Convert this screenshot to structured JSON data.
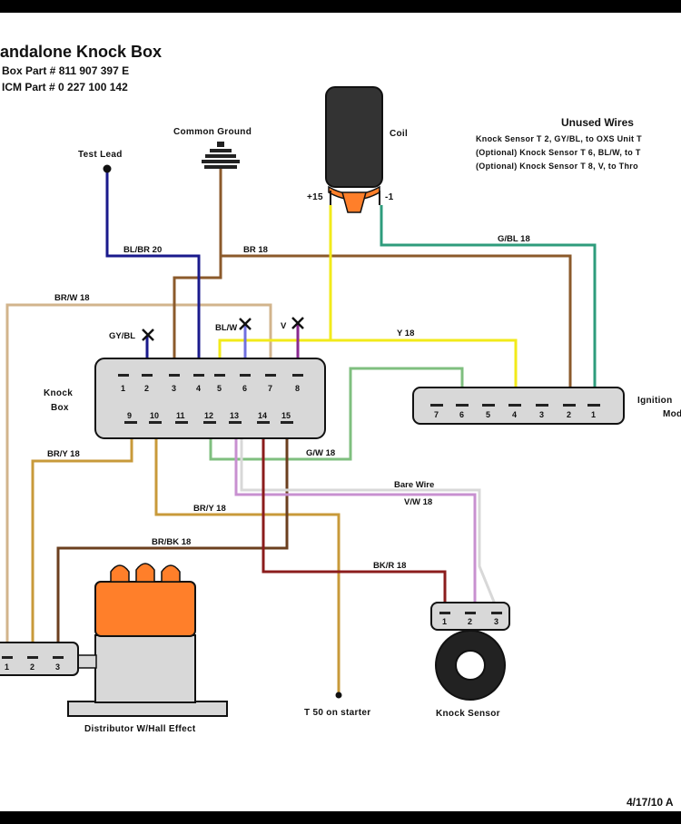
{
  "header": {
    "title": "andalone Knock Box",
    "box_part": "Box Part # 811 907 397 E",
    "icm_part": "ICM Part # 0 227 100 142"
  },
  "unused_wires": {
    "title": "Unused Wires",
    "lines": [
      "Knock Sensor T 2, GY/BL, to OXS Unit T",
      "(Optional) Knock Sensor T 6, BL/W, to T",
      "(Optional) Knock Sensor T 8, V, to Thro"
    ]
  },
  "components": {
    "test_lead": "Test Lead",
    "common_ground": "Common Ground",
    "coil": "Coil",
    "coil_plus": "+15",
    "coil_minus": "-1",
    "knock_box_1": "Knock",
    "knock_box_2": "Box",
    "ignition_1": "Ignition",
    "ignition_2": "Mod",
    "distributor": "Distributor W/Hall Effect",
    "t50": "T 50 on starter",
    "knock_sensor": "Knock Sensor",
    "bare_wire": "Bare Wire",
    "date": "4/17/10 A"
  },
  "wire_labels": {
    "bl_br_20": "BL/BR 20",
    "br_18": "BR 18",
    "br_w_18": "BR/W 18",
    "gy_bl": "GY/BL",
    "bl_w": "BL/W",
    "v": "V",
    "y_18": "Y 18",
    "g_bl_18": "G/BL 18",
    "br_y_18_a": "BR/Y 18",
    "g_w_18": "G/W 18",
    "br_y_18_b": "BR/Y 18",
    "v_w_18": "V/W 18",
    "br_bk_18": "BR/BK 18",
    "bk_r_18": "BK/R 18"
  },
  "pins": {
    "box_top": [
      "1",
      "2",
      "3",
      "4",
      "5",
      "6",
      "7",
      "8"
    ],
    "box_bottom": [
      "9",
      "10",
      "11",
      "12",
      "13",
      "14",
      "15"
    ],
    "ignition": [
      "7",
      "6",
      "5",
      "4",
      "3",
      "2",
      "1"
    ],
    "distributor": [
      "1",
      "2",
      "3"
    ],
    "sensor": [
      "1",
      "2",
      "3"
    ]
  },
  "colors": {
    "navy": "#1a1a8c",
    "brown": "#8b5a2b",
    "tan": "#d2b48c",
    "yellow": "#f2ea1a",
    "green_blue": "#2e9c7c",
    "violet": "#8a2890",
    "blue_white": "#7070e0",
    "green_white": "#7fbf7f",
    "violet_white": "#c890d0",
    "dark_red": "#8b1c1c",
    "br_y": "#c89a3a",
    "bare_wire": "#d8d8d8",
    "box_fill": "#d8d8d8",
    "distributor_cap": "#ff7f2a",
    "coil_body": "#333333"
  }
}
